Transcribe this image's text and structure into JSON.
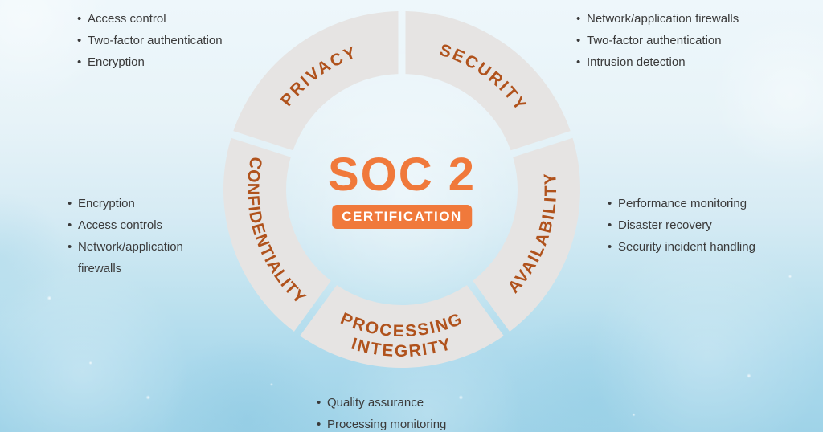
{
  "center": {
    "title": "SOC 2",
    "badge": "CERTIFICATION"
  },
  "colors": {
    "accent_orange": "#f0793b",
    "ring_gray": "#e6e4e3",
    "label_orange": "#b0521c",
    "text_dark": "#3a3a3a"
  },
  "ring": {
    "segments": [
      {
        "id": "security",
        "label": "SECURITY"
      },
      {
        "id": "availability",
        "label": "AVAILABILITY"
      },
      {
        "id": "processing-integrity",
        "label": "PROCESSING",
        "label2": "INTEGRITY"
      },
      {
        "id": "confidentiality",
        "label": "CONFIDENTIALITY"
      },
      {
        "id": "privacy",
        "label": "PRIVACY"
      }
    ]
  },
  "lists": {
    "top_left": {
      "items": [
        "Access control",
        "Two-factor authentication",
        "Encryption"
      ]
    },
    "top_right": {
      "items": [
        "Network/application firewalls",
        "Two-factor authentication",
        "Intrusion detection"
      ]
    },
    "middle_left": {
      "items": [
        "Encryption",
        "Access controls",
        "Network/application firewalls"
      ]
    },
    "middle_right": {
      "items": [
        "Performance monitoring",
        "Disaster recovery",
        "Security incident handling"
      ]
    },
    "bottom": {
      "items": [
        "Quality assurance",
        "Processing monitoring"
      ]
    }
  }
}
